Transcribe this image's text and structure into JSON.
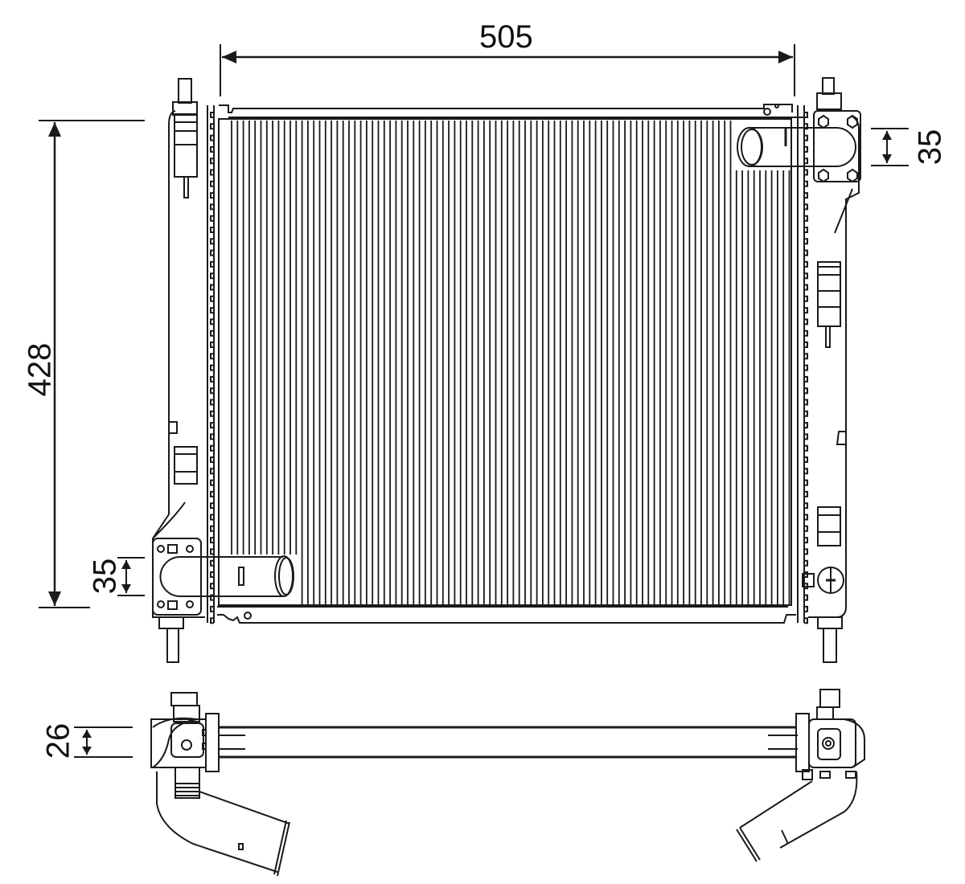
{
  "drawing": {
    "title": "Radiator technical drawing",
    "line_color": "#1a1a1a",
    "background": "#ffffff",
    "views": [
      "front-view",
      "top-view"
    ]
  },
  "dimensions": {
    "width": {
      "value": "505",
      "unit": "mm",
      "orientation": "horizontal"
    },
    "height": {
      "value": "428",
      "unit": "mm",
      "orientation": "vertical"
    },
    "left_outlet_diameter": {
      "value": "35",
      "unit": "mm",
      "orientation": "vertical"
    },
    "right_inlet_diameter": {
      "value": "35",
      "unit": "mm",
      "orientation": "vertical"
    },
    "core_depth": {
      "value": "26",
      "unit": "mm",
      "orientation": "vertical"
    }
  },
  "components": {
    "left_tank": "left-side-tank",
    "right_tank": "right-side-tank",
    "core": "finned-core",
    "inlet_pipe": "upper-right-inlet-pipe",
    "outlet_pipe": "lower-left-outlet-pipe",
    "drain_plug": "drain-plug",
    "mounting_pins": 4
  }
}
